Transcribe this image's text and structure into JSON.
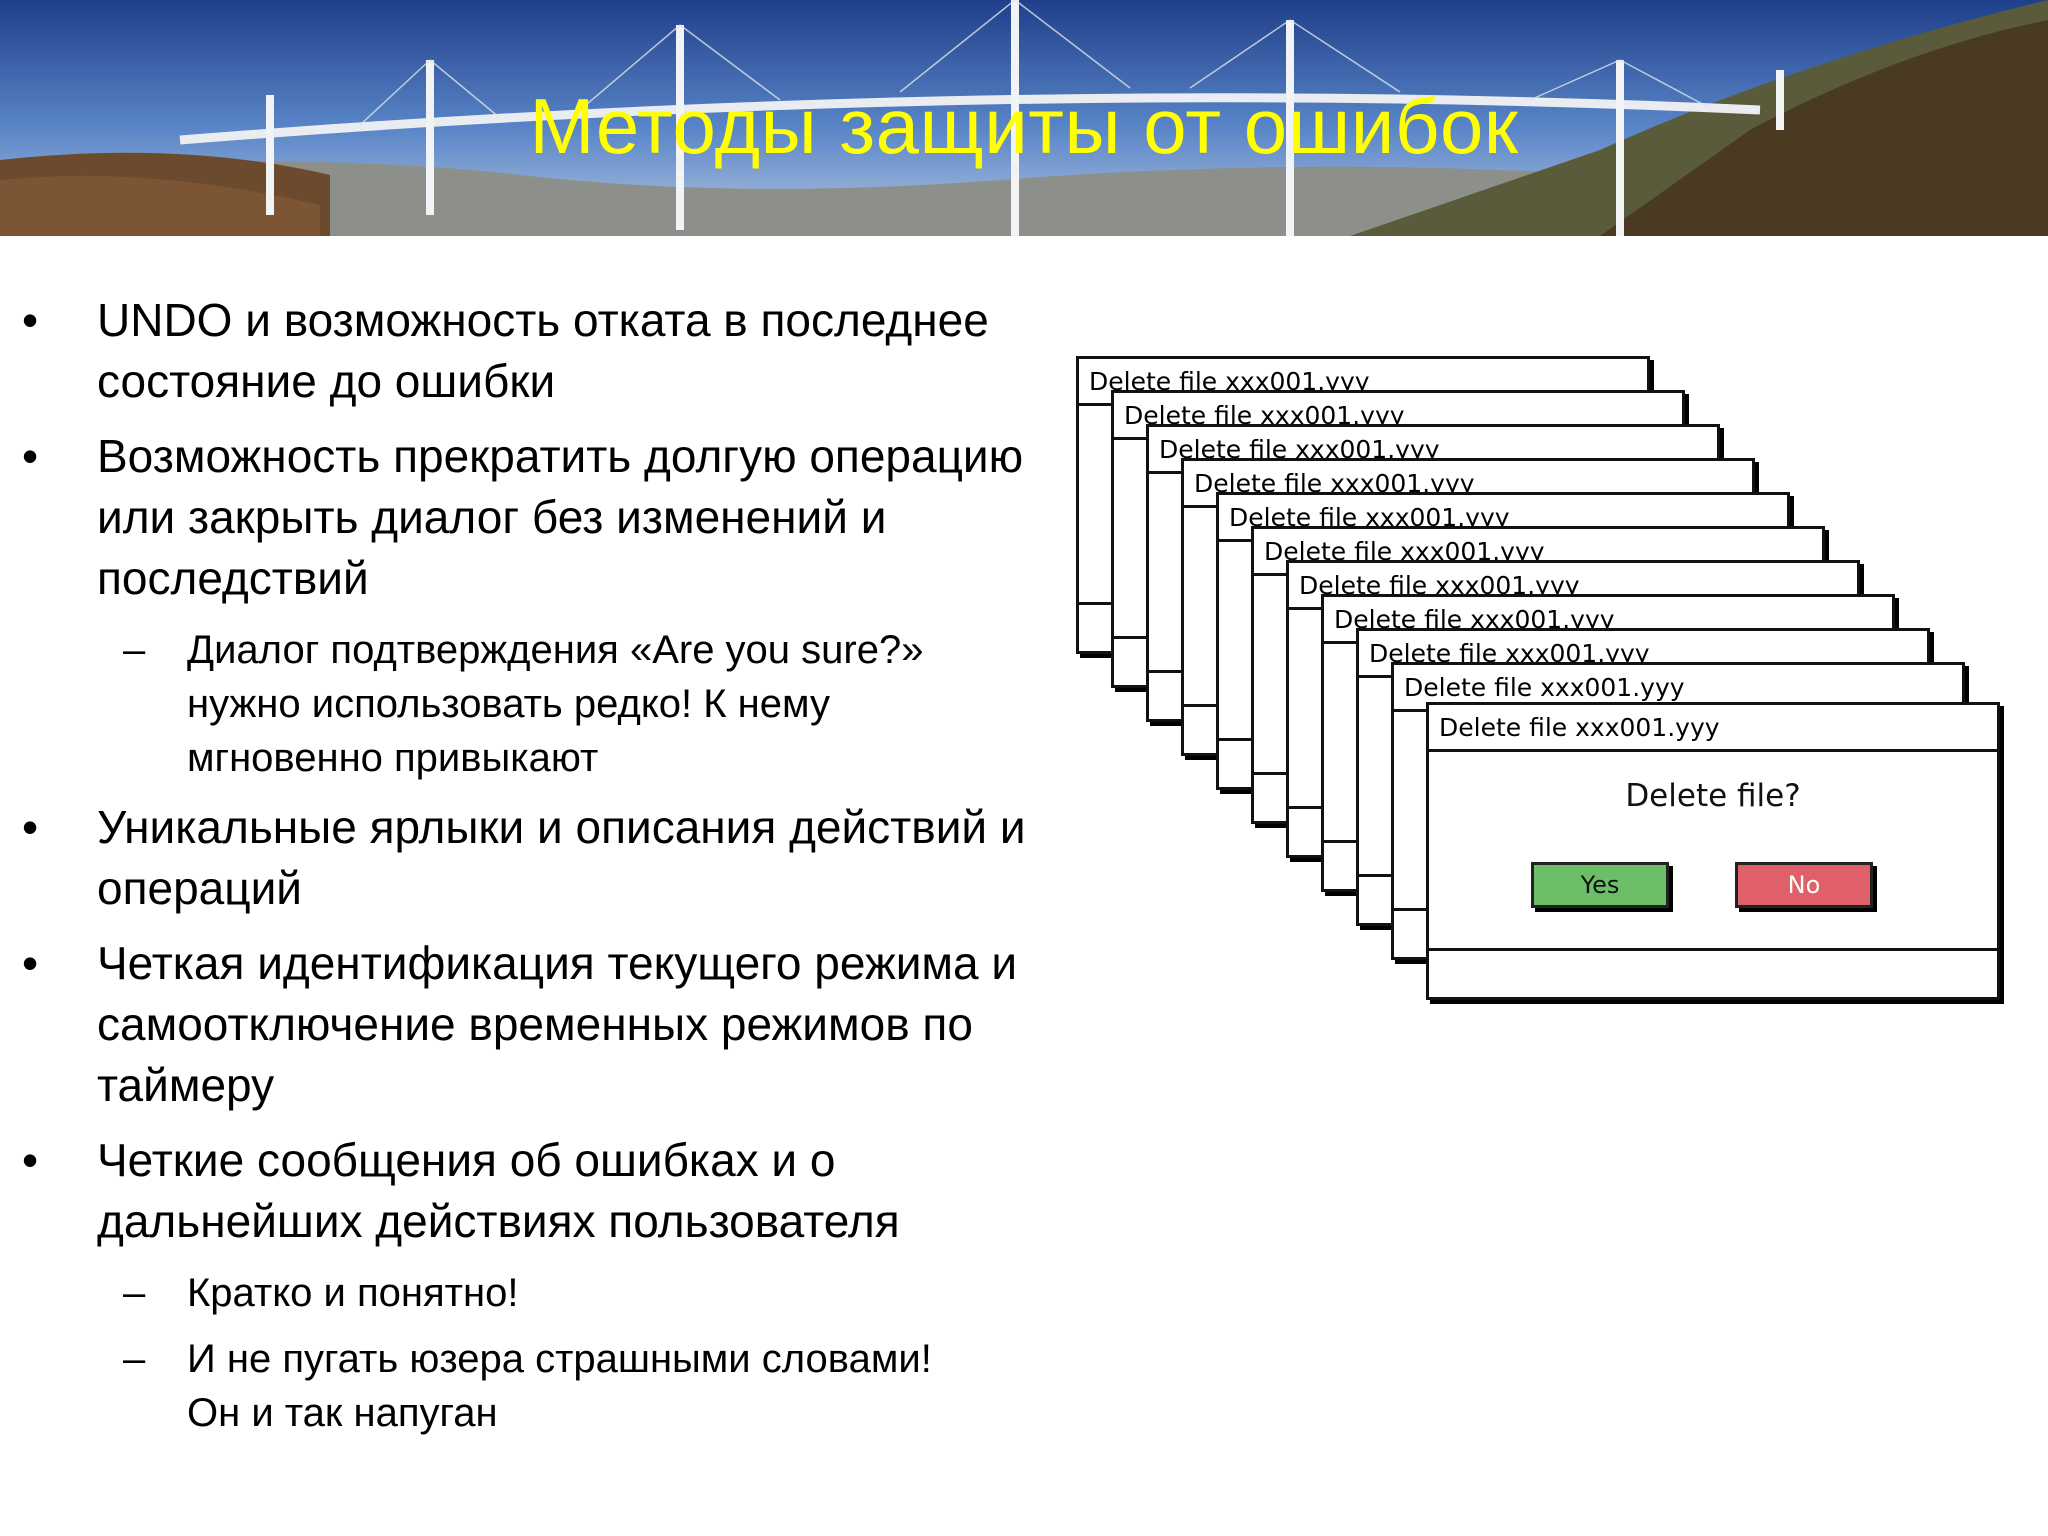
{
  "slide": {
    "title": "Методы защиты от ошибок"
  },
  "bullets": [
    {
      "level": 1,
      "text": "UNDO и возможность отката в последнее состояние до ошибки"
    },
    {
      "level": 1,
      "text": "Возможность прекратить долгую операцию или закрыть диалог без изменений и последствий"
    },
    {
      "level": 2,
      "text": "Диалог подтверждения «Are you sure?» нужно использовать редко! К нему мгновенно привыкают"
    },
    {
      "level": 1,
      "text": "Уникальные ярлыки и описания действий и операций"
    },
    {
      "level": 1,
      "text": "Четкая идентификация текущего режима и самоотключение временных режимов по таймеру"
    },
    {
      "level": 1,
      "text": "Четкие сообщения об ошибках и о дальнейших действиях пользователя"
    },
    {
      "level": 2,
      "text": "Кратко и понятно!"
    },
    {
      "level": 2,
      "text": "И не пугать юзера страшными словами! Он и так напуган"
    }
  ],
  "bullet_marks": {
    "level1": "•",
    "level2": "–"
  },
  "dialog": {
    "window_title": "Delete file xxx001.yyy",
    "question": "Delete file?",
    "yes_label": "Yes",
    "no_label": "No",
    "stacked_copies": 10
  },
  "colors": {
    "title": "#ffff00",
    "yes_button": "#6dbf67",
    "no_button": "#e0606a"
  }
}
